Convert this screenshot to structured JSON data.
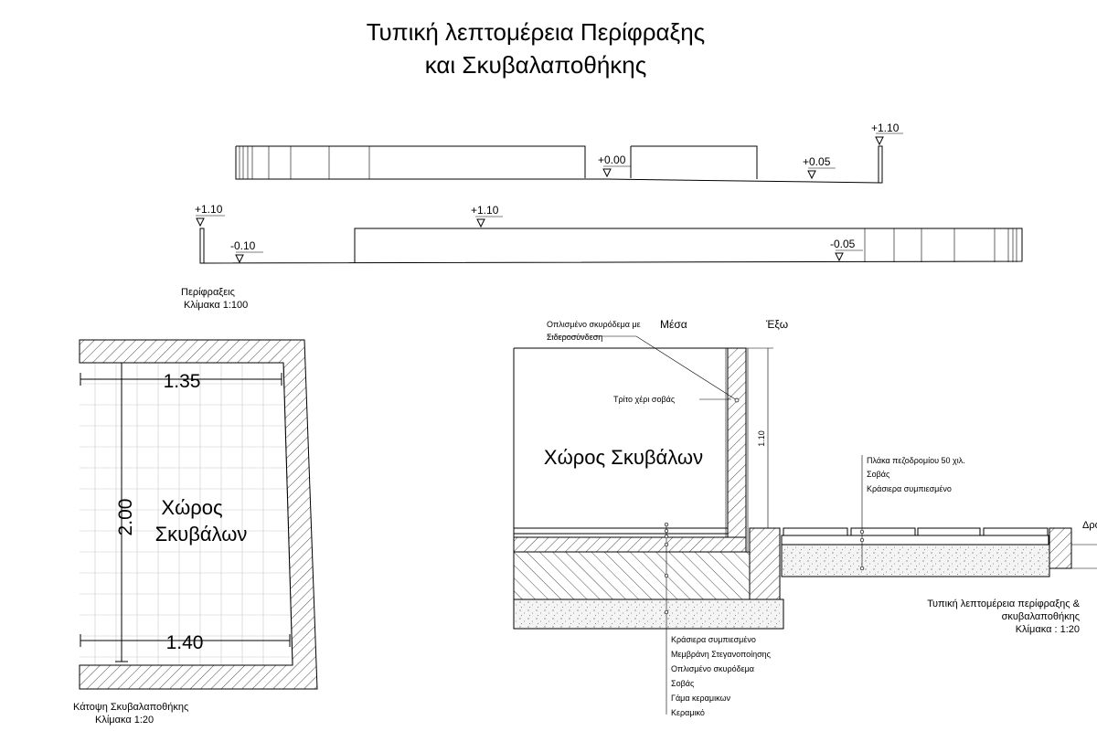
{
  "title": {
    "line1": "Τυπική λεπτομέρεια Περίφραξης",
    "line2": "και Σκυβαλαποθήκης"
  },
  "elevations": {
    "caption": "Περίφραξεις",
    "scale": "Κλίμακα 1:100",
    "levels": {
      "top_zero": "+0.00",
      "top_a": "+0.05",
      "top_end": "+1.10",
      "bottom_start": "+1.10",
      "bottom_a": "-0.10",
      "bottom_mid": "+1.10",
      "bottom_b": "-0.05"
    }
  },
  "plan": {
    "room_label_1": "Χώρος",
    "room_label_2": "Σκυβάλων",
    "dim_top": "1.35",
    "dim_bottom": "1.40",
    "dim_side": "2.00",
    "caption": "Κάτοψη Σκυβαλαποθήκης",
    "scale": "Κλίμακα 1:20"
  },
  "section": {
    "inside_label": "Μέσα",
    "outside_label": "Έξω",
    "room_label": "Χώρος Σκυβάλων",
    "wall_note_1": "Οπλισμένο σκυρόδεμα με",
    "wall_note_2": "Σιδεροσύνδεση",
    "plaster_note": "Τρίτο χέρι σοβάς",
    "height_dim": "1.10",
    "pavement_notes": [
      "Πλάκα πεζοδρομίου 50 χιλ.",
      "Σοβάς",
      "Κράσιερα συμπιεσμένο"
    ],
    "floor_notes": [
      "Κράσιερα συμπιεσμένο",
      "Μεμβράνη Στεγανοποίησης",
      "Οπλισμένο σκυρόδεμα",
      "Σοβάς",
      "Γάμα κεραμικων",
      "Κεραμικό"
    ],
    "edge_label": "Δρό",
    "caption_1": "Τυπική λεπτομέρεια περίφραξης &",
    "caption_2": "σκυβαλαποθήκης",
    "scale": "Κλίμακα : 1:20"
  }
}
